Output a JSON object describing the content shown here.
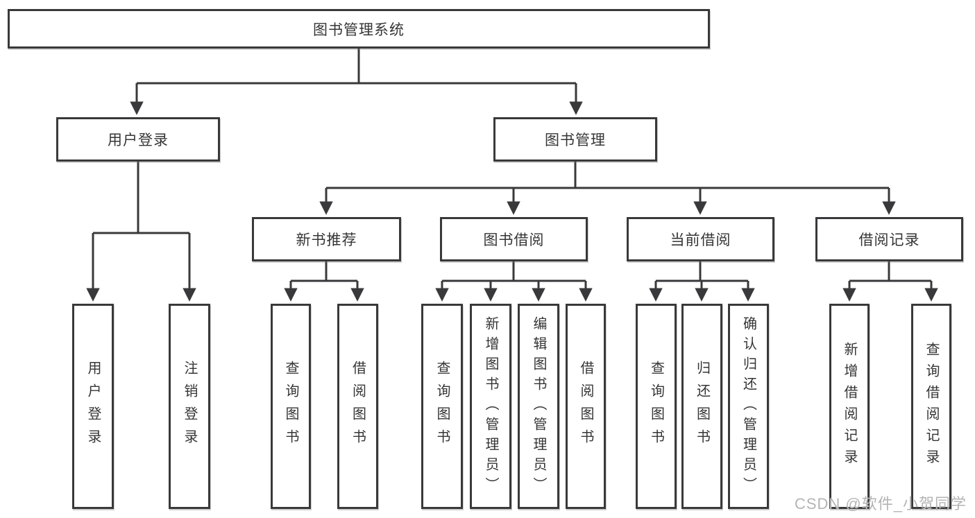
{
  "diagram": {
    "root": {
      "label": "图书管理系统"
    },
    "level2": [
      {
        "label": "用户登录",
        "children": [
          {
            "label": "用户登录"
          },
          {
            "label": "注销登录"
          }
        ]
      },
      {
        "label": "图书管理",
        "children": [
          {
            "label": "新书推荐",
            "children": [
              {
                "label": "查询图书"
              },
              {
                "label": "借阅图书"
              }
            ]
          },
          {
            "label": "图书借阅",
            "children": [
              {
                "label": "查询图书"
              },
              {
                "label": "新增图书（管理员）"
              },
              {
                "label": "编辑图书（管理员）"
              },
              {
                "label": "借阅图书"
              }
            ]
          },
          {
            "label": "当前借阅",
            "children": [
              {
                "label": "查询图书"
              },
              {
                "label": "归还图书"
              },
              {
                "label": "确认归还（管理员）"
              }
            ]
          },
          {
            "label": "借阅记录",
            "children": [
              {
                "label": "新增借阅记录"
              },
              {
                "label": "查询借阅记录"
              }
            ]
          }
        ]
      }
    ]
  },
  "watermark": {
    "text": "CSDN @软件_小贺同学"
  },
  "colors": {
    "line": "#39393b",
    "text": "#353537",
    "watermark": "#b4b4b4",
    "background": "#ffffff"
  }
}
